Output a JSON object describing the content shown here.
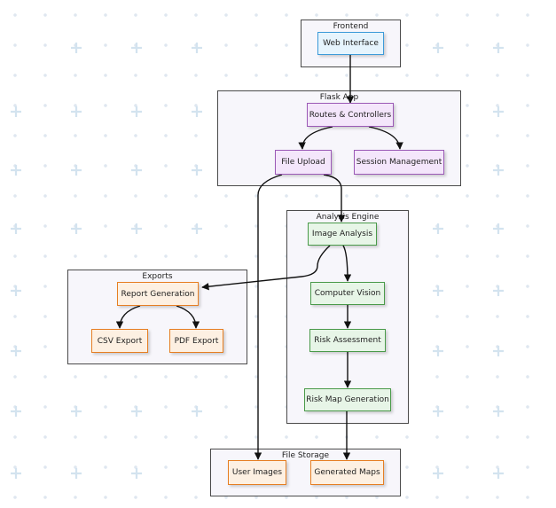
{
  "groups": {
    "frontend": "Frontend",
    "flask": "Flask App",
    "analysis": "Analysis Engine",
    "exports": "Exports",
    "storage": "File Storage"
  },
  "nodes": {
    "web_interface": "Web Interface",
    "routes": "Routes & Controllers",
    "file_upload": "File Upload",
    "session": "Session Management",
    "image_analysis": "Image Analysis",
    "computer_vision": "Computer Vision",
    "risk_assessment": "Risk Assessment",
    "risk_map": "Risk Map Generation",
    "report_gen": "Report Generation",
    "csv_export": "CSV Export",
    "pdf_export": "PDF Export",
    "user_images": "User Images",
    "generated_maps": "Generated Maps"
  },
  "colors": {
    "frontend_fill": "#e6f4fd",
    "flask_fill": "#f4e6fb",
    "analysis_fill": "#e7f5e7",
    "exports_fill": "#fdf0e2"
  }
}
